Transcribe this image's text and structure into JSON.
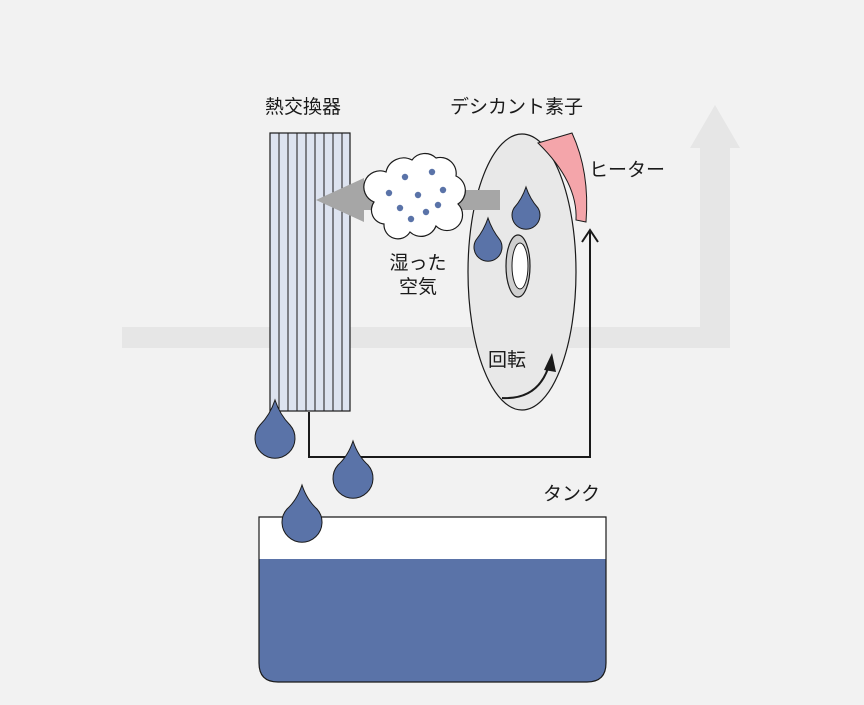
{
  "labels": {
    "heat_exchanger": "熱交換器",
    "desiccant": "デシカント素子",
    "heater": "ヒーター",
    "humid_air_line1": "湿った",
    "humid_air_line2": "空気",
    "rotation": "回転",
    "tank": "タンク"
  },
  "colors": {
    "background": "#f2f2f2",
    "airflow_arrow": "#e6e6e6",
    "humid_air_arrow": "#a6a6a6",
    "heat_exchanger_fill": "#dde3f0",
    "disc_fill": "#e8e8e8",
    "heater_fill": "#f4a5aa",
    "water": "#5a73a8",
    "tank_empty": "#ffffff",
    "outline": "#1a1a1a"
  }
}
